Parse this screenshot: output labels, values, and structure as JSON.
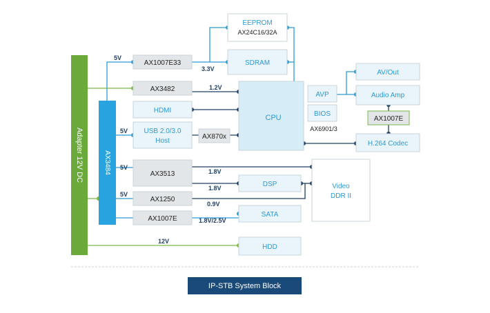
{
  "colors": {
    "green": "#6aaa3a",
    "blue_bar": "#29a3e0",
    "box_border": "#c9d3da",
    "box_fill": "#e9f4fb",
    "grey_box": "#e3e6e8",
    "line_blue": "#2b9ad6",
    "line_green": "#7ab648",
    "line_dark": "#1f3f66",
    "caption_bg": "#1a4a7a"
  },
  "blocks": {
    "adapter": "Adapter 12V DC",
    "ax3484": "AX3484",
    "ax1007e33": "AX1007E33",
    "ax3482": "AX3482",
    "hdmi": "HDMI",
    "usb_line1": "USB 2.0/3.0",
    "usb_line2": "Host",
    "ax870x": "AX870x",
    "ax3513": "AX3513",
    "ax1250": "AX1250",
    "ax1007e_bottom": "AX1007E",
    "eeprom": "EEPROM",
    "eeprom_part": "AX24C16/32A",
    "sdram": "SDRAM",
    "cpu": "CPU",
    "avp": "AVP",
    "bios": "BIOS",
    "ax6901": "AX6901/3",
    "av_out": "AV/Out",
    "audio_amp": "Audio Amp",
    "ax1007e_right": "AX1007E",
    "h264": "H.264 Codec",
    "dsp": "DSP",
    "video_line1": "Video",
    "video_line2": "DDR II",
    "sata": "SATA",
    "hdd": "HDD"
  },
  "labels": {
    "v5_top": "5V",
    "v3_3": "3.3V",
    "v1_2": "1.2V",
    "v5_usb": "5V",
    "v5_ax3513": "5V",
    "v1_8_top": "1.8V",
    "v1_8_dsp": "1.8V",
    "v5_ax1250": "5V",
    "v0_9": "0.9V",
    "v1_8_2_5": "1.8V/2.5V",
    "v12": "12V"
  },
  "caption": "IP-STB System Block"
}
